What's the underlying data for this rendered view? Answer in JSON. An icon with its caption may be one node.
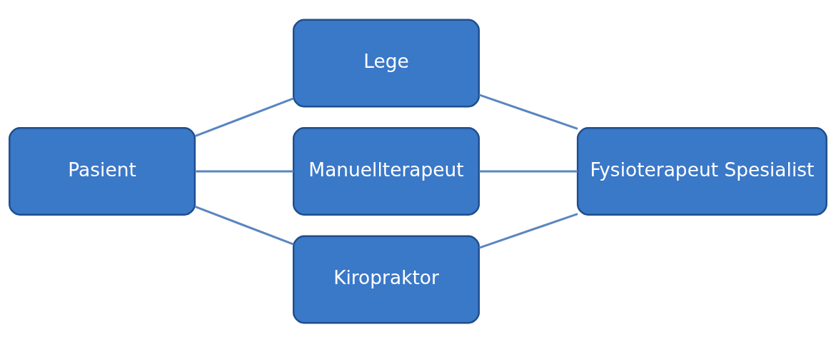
{
  "diagram": {
    "nodes": [
      {
        "text": [
          "Pasient"
        ]
      },
      {
        "text": [
          "Lege"
        ]
      },
      {
        "text": [
          "Manuellterapeut"
        ]
      },
      {
        "text": [
          "Kiropraktor"
        ]
      },
      {
        "text": [
          "Fysioterapeut Spesialist"
        ]
      }
    ],
    "edges": [
      {
        "from": 0,
        "to": 1,
        "arrow": "none"
      },
      {
        "from": 0,
        "to": 2,
        "arrow": "none"
      },
      {
        "from": 0,
        "to": 3,
        "arrow": "none"
      },
      {
        "from": 1,
        "to": 4,
        "arrow": "none"
      },
      {
        "from": 2,
        "to": 4,
        "arrow": "none"
      },
      {
        "from": 3,
        "to": 4,
        "arrow": "none"
      }
    ]
  }
}
